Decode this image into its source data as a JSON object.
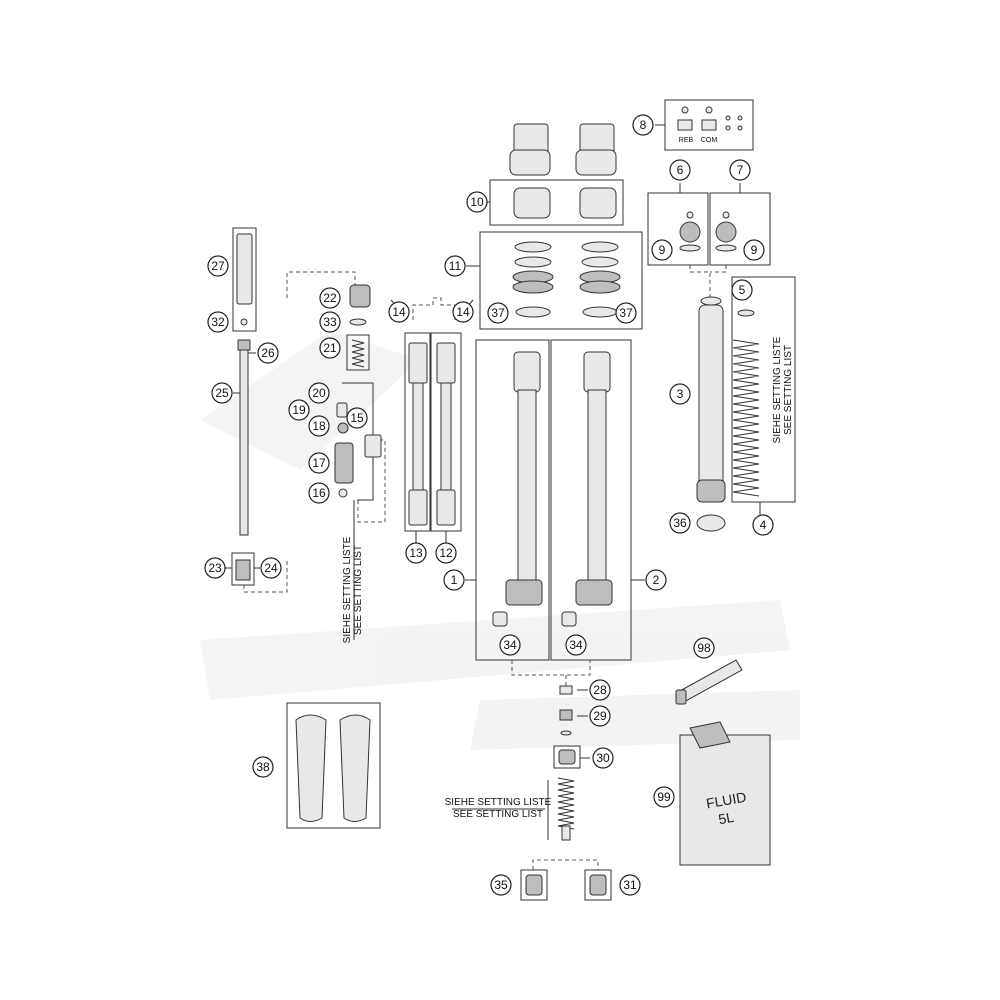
{
  "callouts": [
    "1",
    "2",
    "3",
    "4",
    "5",
    "6",
    "7",
    "8",
    "9",
    "10",
    "11",
    "12",
    "13",
    "14",
    "15",
    "16",
    "17",
    "18",
    "19",
    "20",
    "21",
    "22",
    "23",
    "24",
    "25",
    "26",
    "27",
    "28",
    "29",
    "30",
    "31",
    "32",
    "33",
    "34",
    "35",
    "36",
    "37",
    "38",
    "98",
    "99"
  ],
  "notes": {
    "setting_de": "SIEHE SETTING LISTE",
    "setting_en": "SEE SETTING LIST"
  },
  "adjuster_labels": {
    "reb": "REB",
    "com": "COM"
  },
  "fluid_can": {
    "line1": "FLUID",
    "line2": "5L"
  }
}
